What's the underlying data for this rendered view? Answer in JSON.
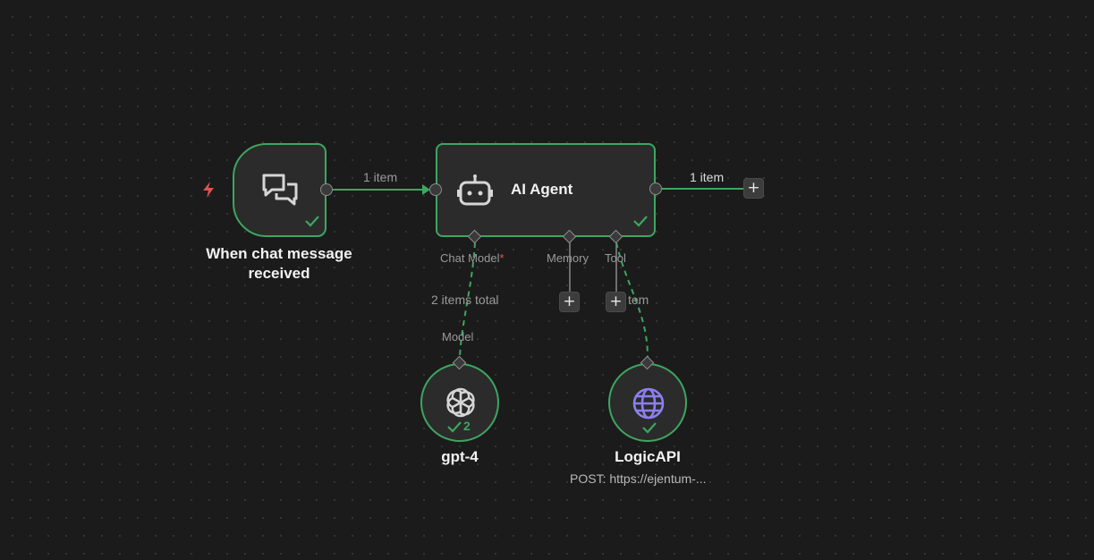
{
  "trigger": {
    "title_line1": "When chat message",
    "title_line2": "received",
    "icon": "chat-bubbles-icon"
  },
  "agent": {
    "title": "AI Agent",
    "icon": "robot-icon",
    "ports": {
      "chat_model": "Chat Model",
      "chat_model_required": "*",
      "memory": "Memory",
      "tool": "Tool"
    }
  },
  "connections": {
    "trigger_to_agent": "1 item",
    "agent_output": "1 item",
    "model_link": "2 items total",
    "model_port": "Model",
    "tool_link": "tem"
  },
  "gpt": {
    "title": "gpt-4",
    "icon": "openai-icon",
    "run_count": "2"
  },
  "api": {
    "title": "LogicAPI",
    "subtitle": "POST: https://ejentum-...",
    "icon": "globe-icon"
  },
  "colors": {
    "success": "#3da661",
    "trigger_bolt": "#e05252",
    "globe": "#8c7ff0",
    "background": "#1b1b1b",
    "node": "#2b2b2b"
  }
}
